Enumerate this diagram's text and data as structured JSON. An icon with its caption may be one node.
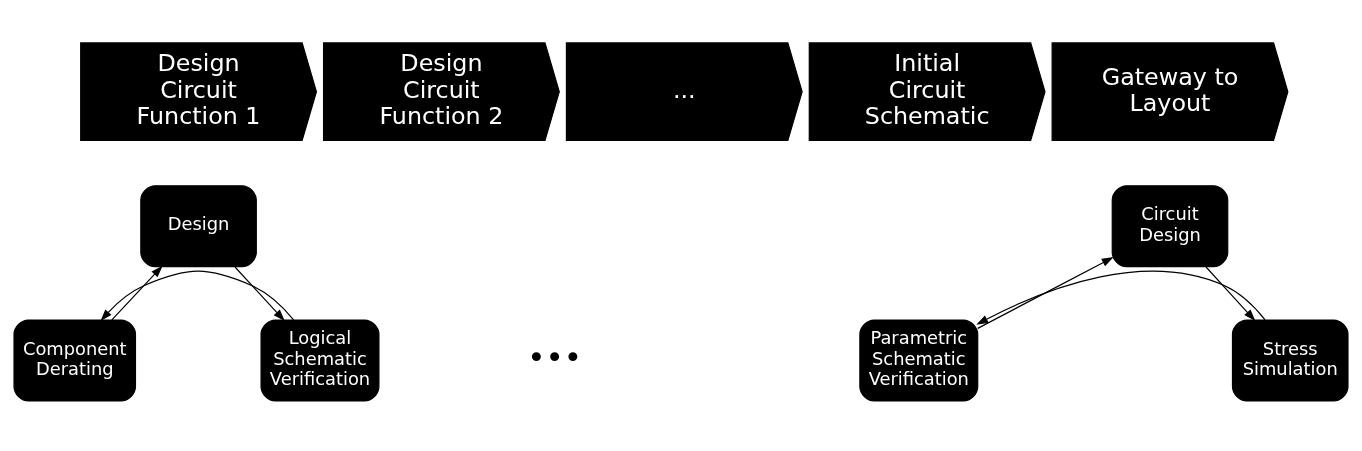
{
  "diagram": {
    "nodes": [
      {
        "text": [
          "Design Circuit Function 1"
        ]
      },
      {
        "text": [
          "Design Circuit Function 2"
        ]
      },
      {
        "text": [
          "..."
        ]
      },
      {
        "text": [
          "Initial Circuit Schematic"
        ]
      },
      {
        "text": [
          "Gateway to Layout"
        ]
      },
      {
        "text": [
          "Design"
        ]
      },
      {
        "text": [
          "Component Derating"
        ]
      },
      {
        "text": [
          "Logical Schematic Verification"
        ]
      },
      {
        "text": [
          "Circuit Design"
        ]
      },
      {
        "text": [
          "Parametric Schematic Verification"
        ]
      },
      {
        "text": [
          "Stress Simulation"
        ]
      }
    ],
    "edges": [
      {
        "from": 5,
        "to": 7,
        "arrow": "to"
      },
      {
        "from": 7,
        "to": 6,
        "arrow": "to"
      },
      {
        "from": 6,
        "to": 5,
        "arrow": "to"
      },
      {
        "from": 8,
        "to": 10,
        "arrow": "to"
      },
      {
        "from": 10,
        "to": 9,
        "arrow": "to"
      },
      {
        "from": 9,
        "to": 8,
        "arrow": "to"
      }
    ],
    "labels": [
      "•••"
    ]
  }
}
